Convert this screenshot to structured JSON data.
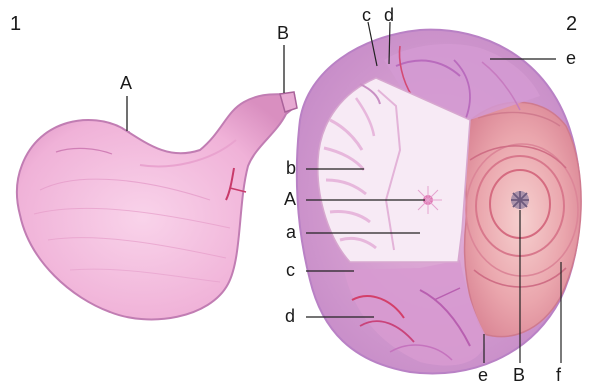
{
  "panels": [
    {
      "number": "1"
    },
    {
      "number": "2"
    }
  ],
  "labels": {
    "p1_A": "A",
    "p1_B": "B",
    "p2_c_top": "c",
    "p2_d_top": "d",
    "p2_e_top": "e",
    "p2_b": "b",
    "p2_A": "A",
    "p2_a": "a",
    "p2_c_bottom": "c",
    "p2_d_bottom": "d",
    "p2_e_bottom": "e",
    "p2_B": "B",
    "p2_f": "f"
  },
  "colors": {
    "stomach_fill": "#f3b8dc",
    "stomach_edge": "#d98fc0",
    "mucosa_light": "#f8ecf6",
    "muscle_purple": "#c783c6",
    "vessel_red": "#d9506f",
    "ulcer_pink": "#eeb2b6"
  }
}
